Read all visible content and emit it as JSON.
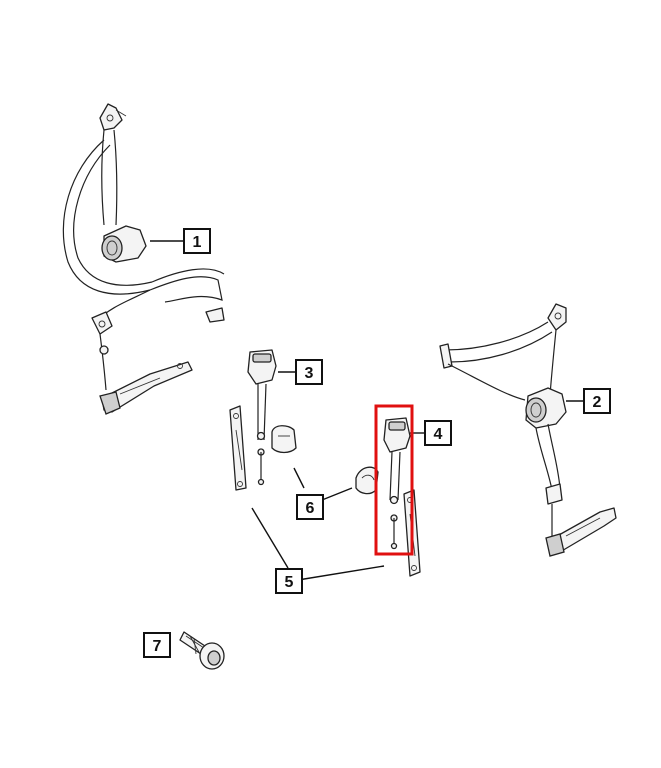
{
  "callouts": [
    {
      "id": "1",
      "label": "1",
      "highlighted": false
    },
    {
      "id": "2",
      "label": "2",
      "highlighted": false
    },
    {
      "id": "3",
      "label": "3",
      "highlighted": false
    },
    {
      "id": "4",
      "label": "4",
      "highlighted": false
    },
    {
      "id": "5",
      "label": "5",
      "highlighted": false
    },
    {
      "id": "6",
      "label": "6",
      "highlighted": false
    },
    {
      "id": "7",
      "label": "7",
      "highlighted": false
    }
  ],
  "highlight_color": "#e01010",
  "highlighted_part": "4"
}
